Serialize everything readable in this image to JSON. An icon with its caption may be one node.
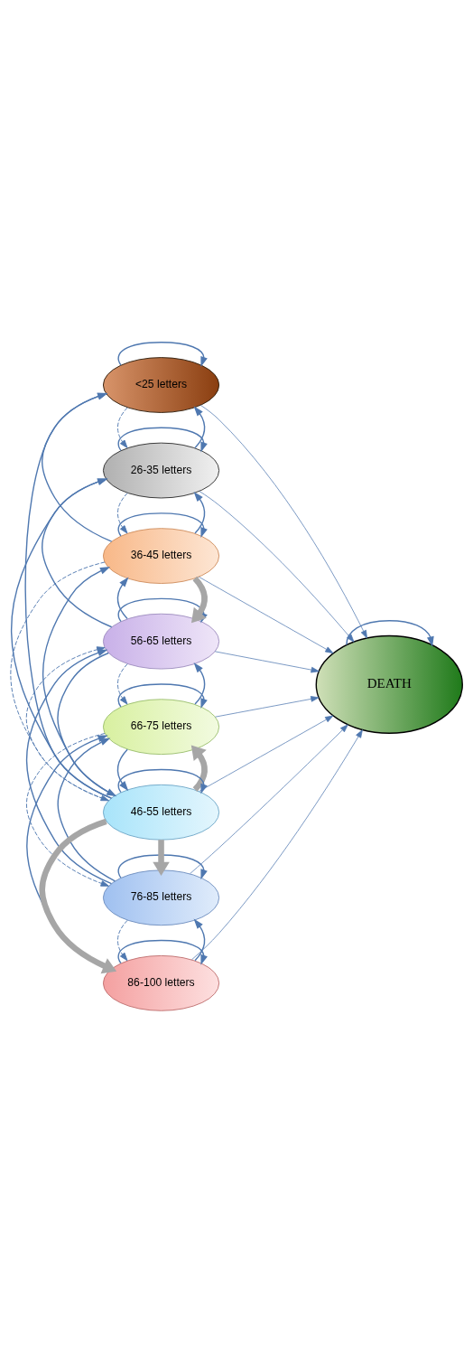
{
  "diagram": {
    "nodes": [
      {
        "text": [
          "86-100 letters"
        ]
      },
      {
        "text": [
          "76-85 letters"
        ]
      },
      {
        "text": [
          "66-75 letters"
        ]
      },
      {
        "text": [
          "56-65 letters"
        ]
      },
      {
        "text": [
          "46-55 letters"
        ]
      },
      {
        "text": [
          "36-45 letters"
        ]
      },
      {
        "text": [
          "26-35 letters"
        ]
      },
      {
        "text": [
          "<25 letters"
        ]
      },
      {
        "text": [
          "DEATH"
        ]
      }
    ],
    "edges": [
      {
        "from": 0,
        "to": 0,
        "arrow": "to"
      },
      {
        "from": 1,
        "to": 1,
        "arrow": "to"
      },
      {
        "from": 2,
        "to": 2,
        "arrow": "to"
      },
      {
        "from": 3,
        "to": 3,
        "arrow": "to"
      },
      {
        "from": 4,
        "to": 4,
        "arrow": "to"
      },
      {
        "from": 5,
        "to": 5,
        "arrow": "to"
      },
      {
        "from": 6,
        "to": 6,
        "arrow": "to"
      },
      {
        "from": 7,
        "to": 7,
        "arrow": "to"
      },
      {
        "from": 8,
        "to": 8,
        "arrow": "to"
      },
      {
        "from": 0,
        "to": 1,
        "arrow": "to"
      },
      {
        "from": 1,
        "to": 0,
        "arrow": "to",
        "style": "dashed"
      },
      {
        "from": 1,
        "to": 2,
        "arrow": "to"
      },
      {
        "from": 2,
        "to": 1,
        "arrow": "to",
        "style": "dashed"
      },
      {
        "from": 2,
        "to": 3,
        "arrow": "to"
      },
      {
        "from": 3,
        "to": 2,
        "arrow": "to",
        "style": "dashed"
      },
      {
        "from": 3,
        "to": 4,
        "arrow": "to"
      },
      {
        "from": 4,
        "to": 3,
        "arrow": "to",
        "style": "dashed"
      },
      {
        "from": 4,
        "to": 5,
        "arrow": "to"
      },
      {
        "from": 5,
        "to": 4,
        "arrow": "to",
        "style": "dashed"
      },
      {
        "from": 5,
        "to": 6,
        "arrow": "to"
      },
      {
        "from": 6,
        "to": 5,
        "arrow": "to",
        "style": "dashed"
      },
      {
        "from": 6,
        "to": 7,
        "arrow": "to"
      },
      {
        "from": 7,
        "to": 6,
        "arrow": "to",
        "style": "dashed"
      },
      {
        "from": 4,
        "to": 0,
        "arrow": "to",
        "style": "thick",
        "color": "#a6a6a6"
      },
      {
        "from": 4,
        "to": 1,
        "arrow": "to",
        "style": "thick",
        "color": "#a6a6a6"
      },
      {
        "from": 4,
        "to": 2,
        "arrow": "to",
        "style": "thick",
        "color": "#a6a6a6"
      },
      {
        "from": 5,
        "to": 3,
        "arrow": "to",
        "style": "thick",
        "color": "#a6a6a6"
      },
      {
        "from": 0,
        "to": 2,
        "arrow": "to"
      },
      {
        "from": 1,
        "to": 3,
        "arrow": "to"
      },
      {
        "from": 2,
        "to": 4,
        "arrow": "to"
      },
      {
        "from": 3,
        "to": 5,
        "arrow": "to"
      },
      {
        "from": 4,
        "to": 6,
        "arrow": "to"
      },
      {
        "from": 5,
        "to": 7,
        "arrow": "to"
      },
      {
        "from": 3,
        "to": 6,
        "arrow": "to"
      },
      {
        "from": 4,
        "to": 7,
        "arrow": "to"
      },
      {
        "from": 0,
        "to": 8,
        "arrow": "to"
      },
      {
        "from": 1,
        "to": 8,
        "arrow": "to"
      },
      {
        "from": 2,
        "to": 8,
        "arrow": "to"
      },
      {
        "from": 3,
        "to": 8,
        "arrow": "to"
      },
      {
        "from": 4,
        "to": 8,
        "arrow": "to"
      },
      {
        "from": 5,
        "to": 8,
        "arrow": "to"
      },
      {
        "from": 6,
        "to": 8,
        "arrow": "to"
      },
      {
        "from": 7,
        "to": 8,
        "arrow": "to"
      }
    ]
  }
}
